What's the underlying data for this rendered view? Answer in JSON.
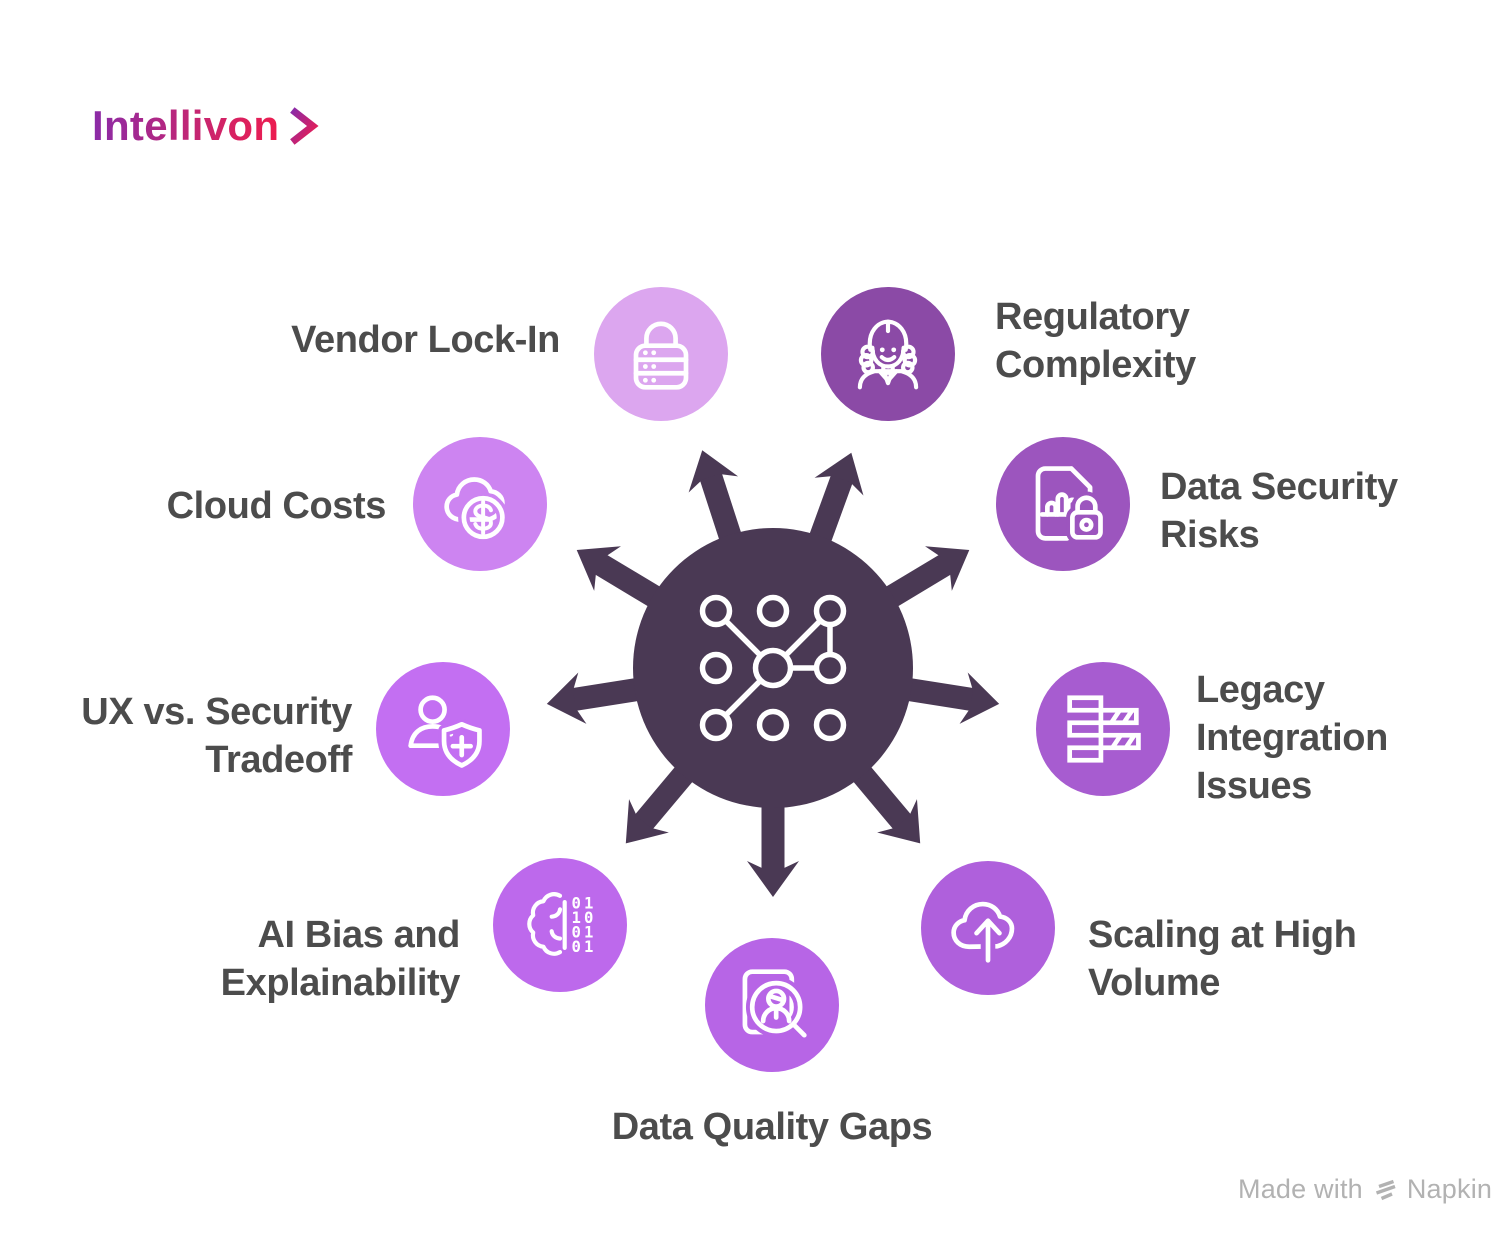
{
  "brand": {
    "name": "Intellivon",
    "gradient_from": "#8A2BA8",
    "gradient_mid": "#C9256E",
    "gradient_to": "#ED1C4F"
  },
  "hub": {
    "color": "#4A3954",
    "icon": "network-nodes"
  },
  "labels_color": "#4C4C4C",
  "items": [
    {
      "name": "vendor-lock-in",
      "icon": "server-lock-icon",
      "circle_color": "#DCA6EF",
      "lines": [
        "Vendor Lock-In"
      ]
    },
    {
      "name": "regulatory-complexity",
      "icon": "judge-icon",
      "circle_color": "#8B4AA6",
      "lines": [
        "Regulatory",
        "Complexity"
      ]
    },
    {
      "name": "data-security-risks",
      "icon": "document-lock-icon",
      "circle_color": "#9C55BE",
      "lines": [
        "Data Security",
        "Risks"
      ]
    },
    {
      "name": "legacy-integration-issues",
      "icon": "gantt-bars-icon",
      "circle_color": "#A75CD0",
      "lines": [
        "Legacy",
        "Integration",
        "Issues"
      ]
    },
    {
      "name": "scaling-at-high-volume",
      "icon": "cloud-upload-icon",
      "circle_color": "#AF60DC",
      "lines": [
        "Scaling at High",
        "Volume"
      ]
    },
    {
      "name": "data-quality-gaps",
      "icon": "document-search-icon",
      "circle_color": "#B765E6",
      "lines": [
        "Data Quality Gaps"
      ]
    },
    {
      "name": "ai-bias-explainability",
      "icon": "brain-binary-icon",
      "circle_color": "#BD69EC",
      "lines": [
        "AI Bias and",
        "Explainability"
      ]
    },
    {
      "name": "ux-security-tradeoff",
      "icon": "user-shield-icon",
      "circle_color": "#C36FF2",
      "lines": [
        "UX vs. Security",
        "Tradeoff"
      ]
    },
    {
      "name": "cloud-costs",
      "icon": "cloud-dollar-icon",
      "circle_color": "#CD84F1",
      "lines": [
        "Cloud Costs"
      ]
    }
  ],
  "binary_rows": [
    "01",
    "10",
    "01",
    "01"
  ],
  "dollar_sign": "$",
  "attribution": {
    "prefix": "Made with",
    "brand": "Napkin",
    "color": "#B2B2B2"
  }
}
